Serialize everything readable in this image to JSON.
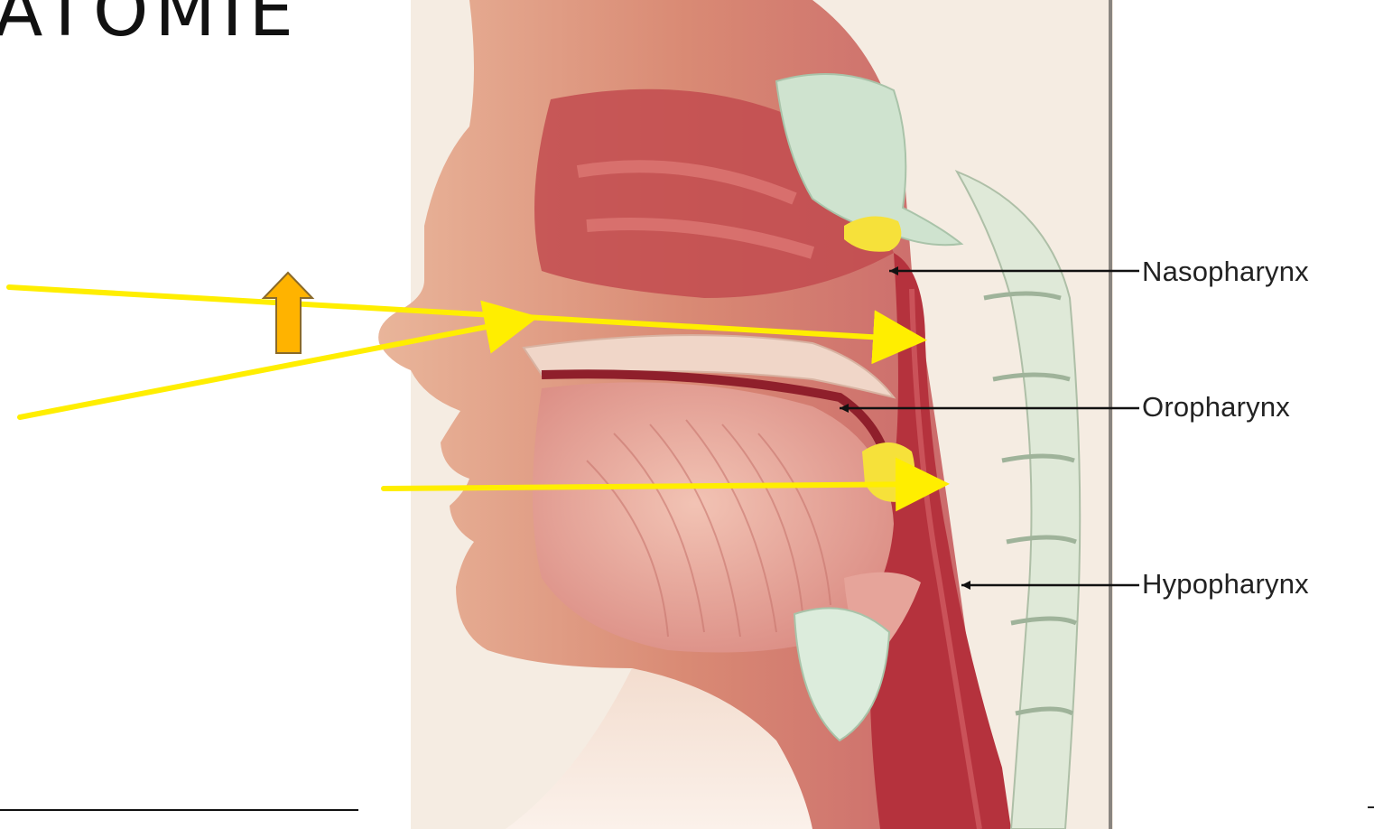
{
  "slide": {
    "title": "ATOMIE"
  },
  "labels": {
    "nasopharynx": "Nasopharynx",
    "oropharynx": "Oropharynx",
    "hypopharynx": "Hypopharynx"
  },
  "colors": {
    "annotation_arrow": "#ffee00",
    "upward_arrow": "#ffb300",
    "mucosa": "#b5323d",
    "skin": "#e8a58a",
    "bone": "#cfe3cf",
    "background_panel": "#f5ece2"
  }
}
